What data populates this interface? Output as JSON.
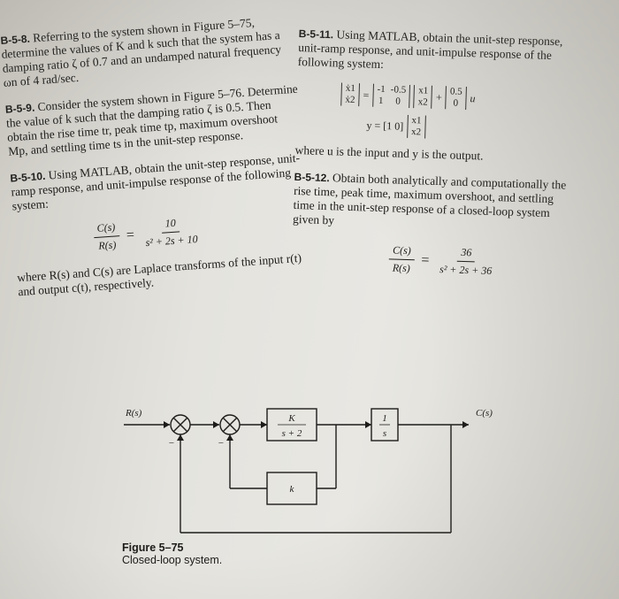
{
  "left_column": {
    "b58": {
      "number": "B-5-8.",
      "text": "Referring to the system shown in Figure 5–75, determine the values of K and k such that the system has a damping ratio ζ of 0.7 and an undamped natural frequency ωn of 4 rad/sec."
    },
    "b59": {
      "number": "B-5-9.",
      "text": "Consider the system shown in Figure 5–76. Determine the value of k such that the damping ratio ζ is 0.5. Then obtain the rise time tr, peak time tp, maximum overshoot Mp, and settling time ts in the unit-step response."
    },
    "b510": {
      "number": "B-5-10.",
      "text": "Using MATLAB, obtain the unit-step response, unit-ramp response, and unit-impulse response of the following system:",
      "tf_left": "C(s) / R(s)",
      "tf_num": "10",
      "tf_den": "s² + 2s + 10",
      "tf_lhs_num": "C(s)",
      "tf_lhs_den": "R(s)",
      "equals": "=",
      "after": "where R(s) and C(s) are Laplace transforms of the input r(t) and output c(t), respectively."
    }
  },
  "right_column": {
    "b511": {
      "number": "B-5-11.",
      "text": "Using MATLAB, obtain the unit-step response, unit-ramp response, and unit-impulse response of the following system:",
      "x_vec": [
        "ẋ1",
        "ẋ2"
      ],
      "A": [
        "-1",
        "-0.5",
        "1",
        "0"
      ],
      "x_state": [
        "x1",
        "x2"
      ],
      "B": [
        "0.5",
        "0"
      ],
      "u": "u",
      "y_eq_left": "y = [1  0]",
      "y_vec": [
        "x1",
        "x2"
      ],
      "plus": "+",
      "equals": "=",
      "after": "where u is the input and y is the output."
    },
    "b512": {
      "number": "B-5-12.",
      "text": "Obtain both analytically and computationally the rise time, peak time, maximum overshoot, and settling time in the unit-step response of a closed-loop system given by",
      "tf_lhs_num": "C(s)",
      "tf_lhs_den": "R(s)",
      "tf_num": "36",
      "tf_den": "s² + 2s + 36",
      "equals": "="
    }
  },
  "figure": {
    "input_label": "R(s)",
    "output_label": "C(s)",
    "block1_num": "K",
    "block1_den": "s + 2",
    "block2_num": "1",
    "block2_den": "s",
    "feedback_gain": "k",
    "sign_minus": "−",
    "caption_title": "Figure 5–75",
    "caption_text": "Closed-loop system."
  }
}
